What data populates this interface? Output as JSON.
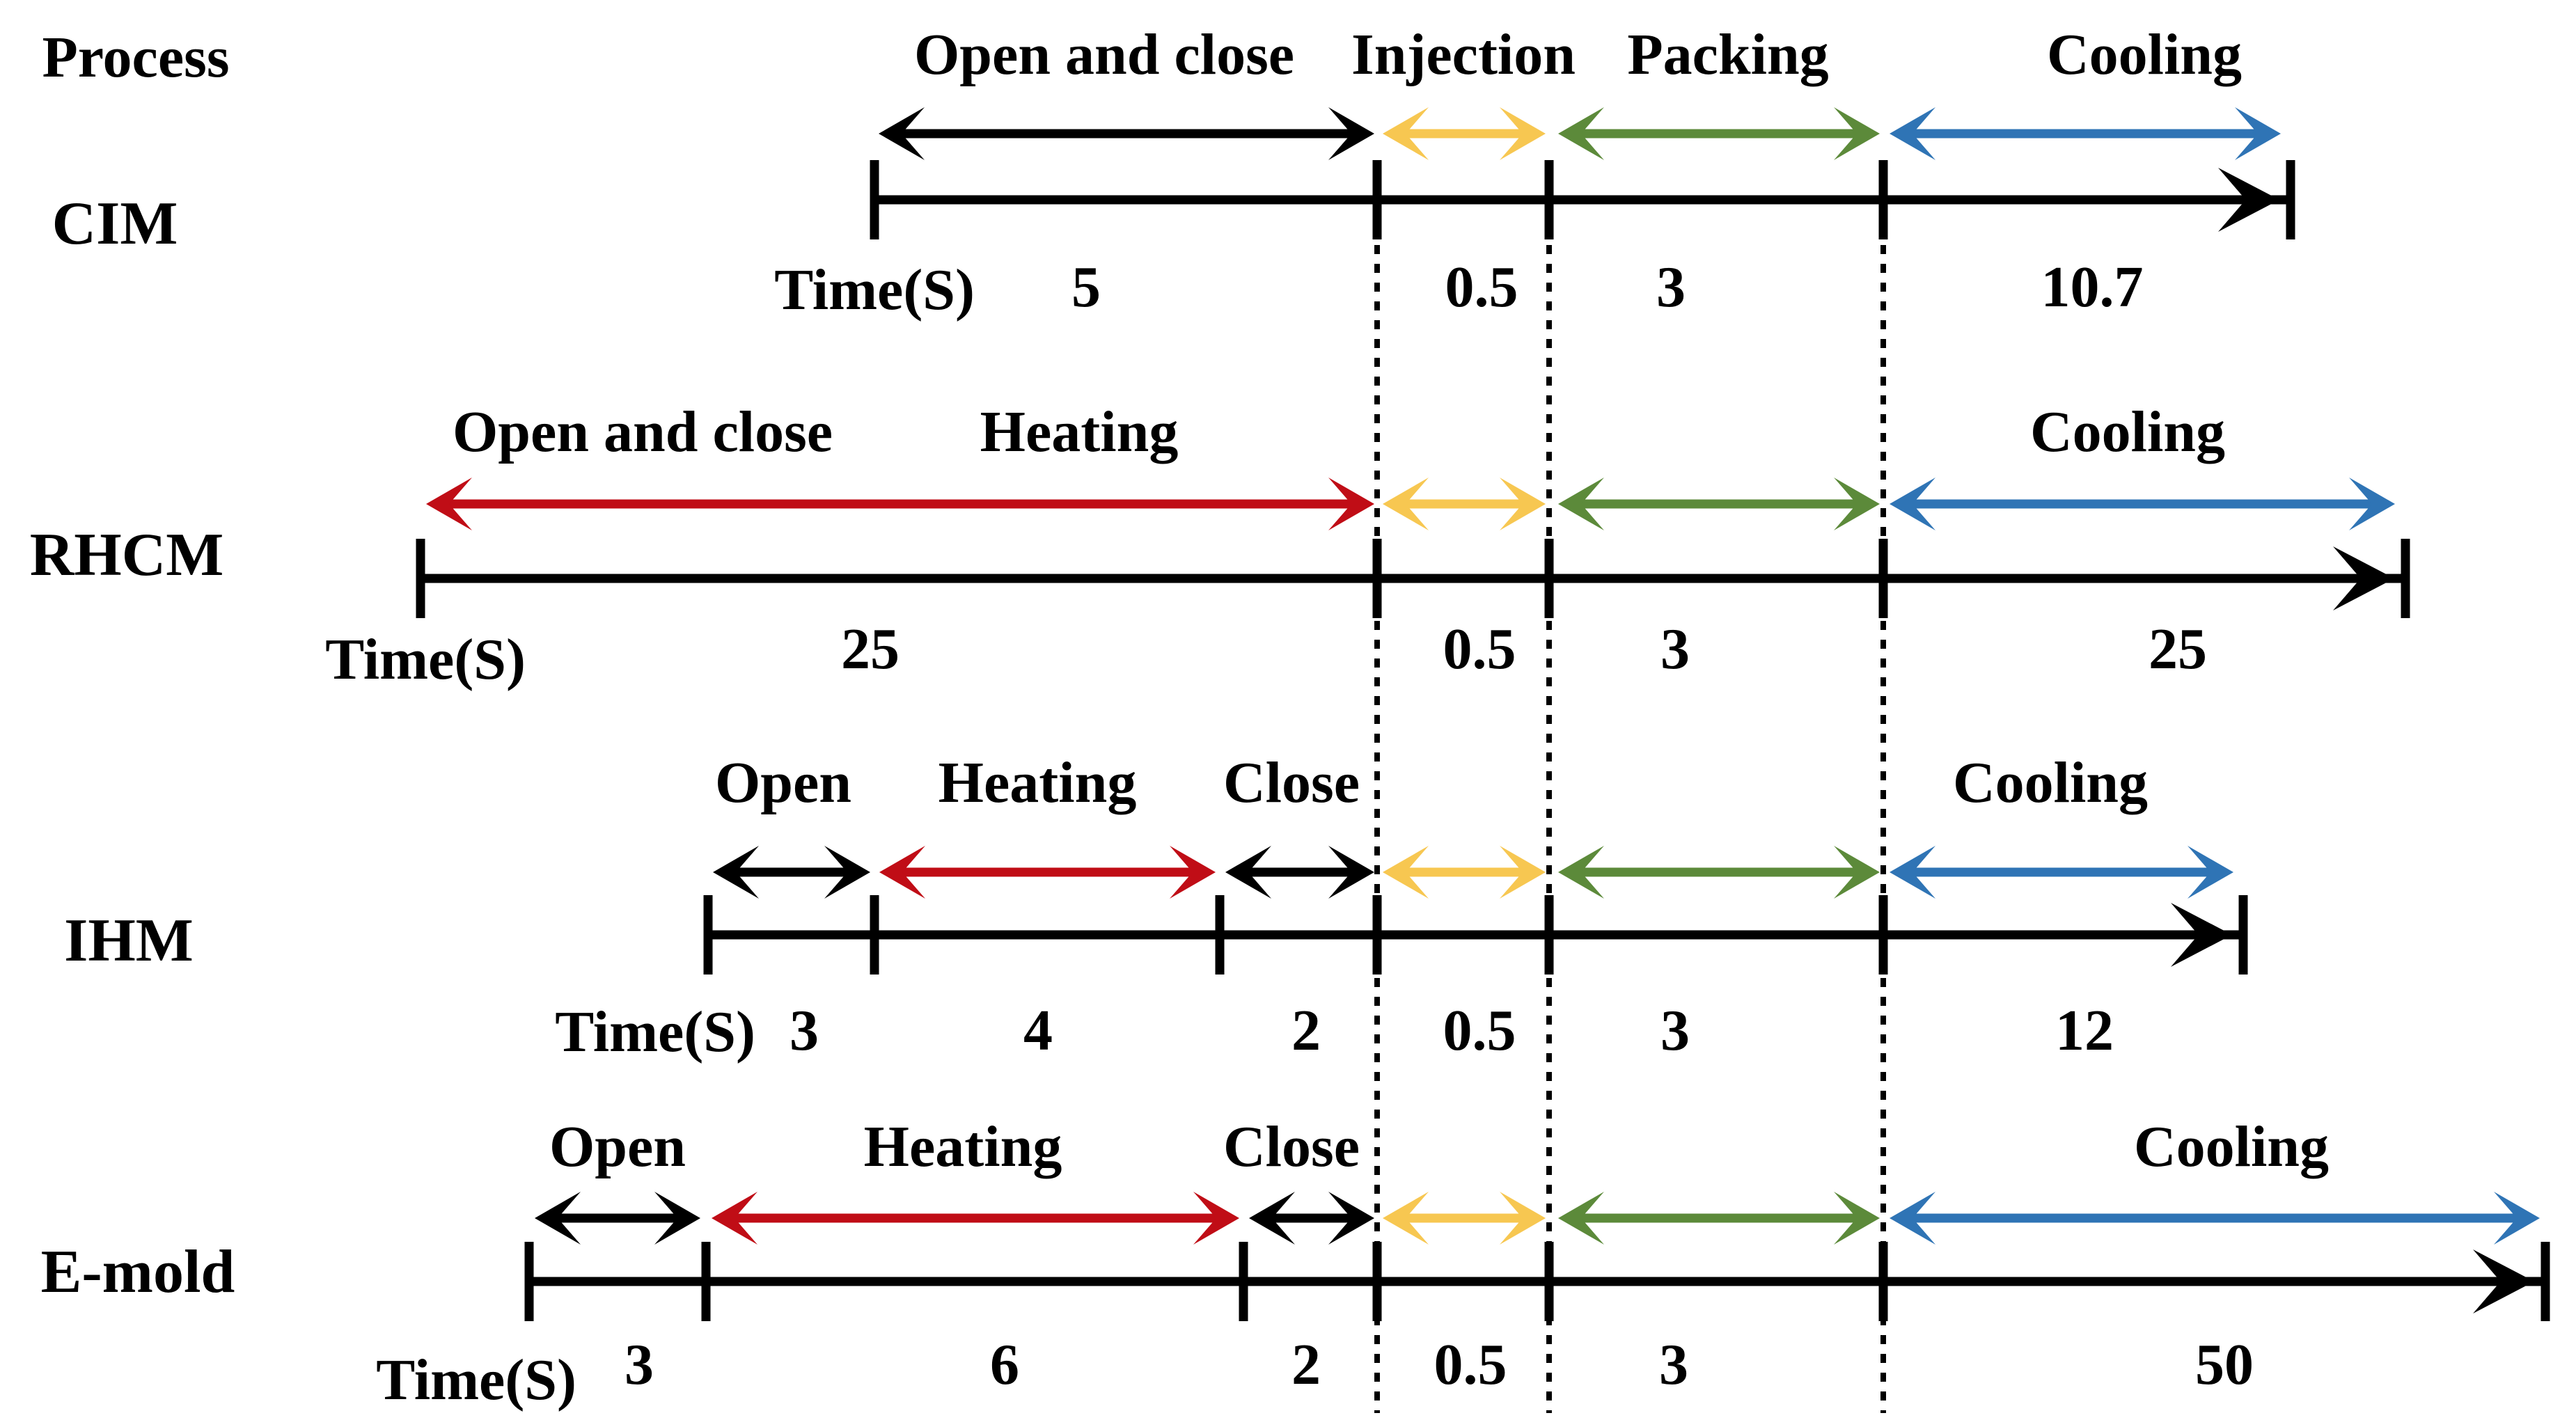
{
  "figure": {
    "title_label": "Process"
  },
  "phase_colors": {
    "open_and_close": "#000000",
    "heating": "#c00d16",
    "injection": "#f7c751",
    "packing": "#5c8a3a",
    "cooling": "#2f74b5",
    "timeline": "#000000"
  },
  "rows": [
    {
      "name": "CIM",
      "time_label": "Time(S)",
      "phase_labels": [
        "Open and close",
        "Injection",
        "Packing",
        "Cooling"
      ],
      "durations": [
        "5",
        "0.5",
        "3",
        "10.7"
      ]
    },
    {
      "name": "RHCM",
      "time_label": "Time(S)",
      "phase_labels": [
        "Open and close",
        "Heating",
        "Cooling"
      ],
      "durations": [
        "25",
        "0.5",
        "3",
        "25"
      ]
    },
    {
      "name": "IHM",
      "time_label": "Time(S)",
      "phase_labels": [
        "Open",
        "Heating",
        "Close",
        "Cooling"
      ],
      "durations": [
        "3",
        "4",
        "2",
        "0.5",
        "3",
        "12"
      ]
    },
    {
      "name": "E-mold",
      "time_label": "Time(S)",
      "phase_labels": [
        "Open",
        "Heating",
        "Close",
        "Cooling"
      ],
      "durations": [
        "3",
        "6",
        "2",
        "0.5",
        "3",
        "50"
      ]
    }
  ]
}
